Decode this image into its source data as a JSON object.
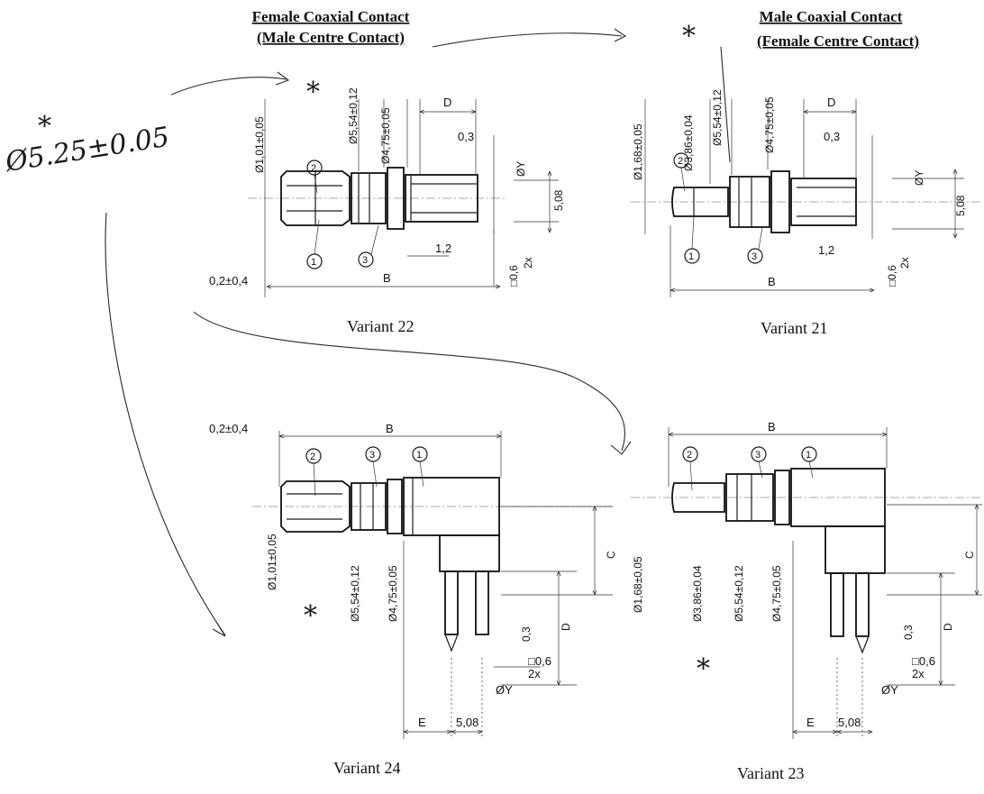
{
  "headings": {
    "female": {
      "line1": "Female Coaxial Contact",
      "line2": "(Male Centre Contact)"
    },
    "male": {
      "line1": "Male Coaxial Contact",
      "line2": "(Female Centre Contact)"
    }
  },
  "handwritten_note": "Ø5.25±0.05",
  "handwritten_mark": "*",
  "captions": {
    "v22": "Variant 22",
    "v21": "Variant 21",
    "v24": "Variant 24",
    "v23": "Variant 23"
  },
  "callouts": {
    "c1": "1",
    "c2": "2",
    "c3": "3"
  },
  "dims": {
    "d101": "Ø1,01±0,05",
    "d168": "Ø1,68±0,05",
    "d386": "Ø3,86±0,04",
    "d554": "Ø5,54±0,12",
    "d475": "Ø4,75±0,05",
    "D": "D",
    "B": "B",
    "C": "C",
    "E": "E",
    "d03": "0,3",
    "d12": "1,2",
    "dY": "ØY",
    "d508": "5,08",
    "sq06": "□0,6",
    "x2": "2x",
    "d0204": "0,2±0,4"
  }
}
